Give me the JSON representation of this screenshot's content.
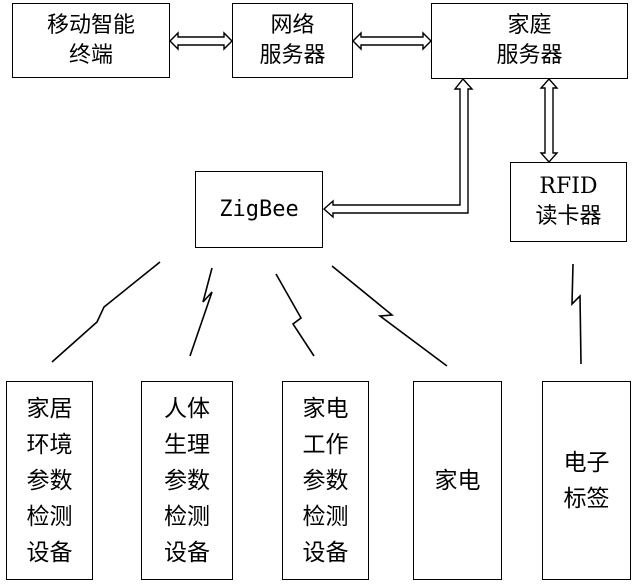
{
  "nodes": {
    "mobile_terminal": "移动智能\n终端",
    "network_server": "网络\n服务器",
    "home_server": "家庭\n服务器",
    "zigbee": "ZigBee",
    "rfid_reader": "RFID\n读卡器",
    "env_devices": "家居\n环境\n参数\n检测\n设备",
    "body_devices": "人体\n生理\n参数\n检测\n设备",
    "appliance_devices": "家电\n工作\n参数\n检测\n设备",
    "appliance": "家电",
    "e_tag": "电子\n标签"
  }
}
